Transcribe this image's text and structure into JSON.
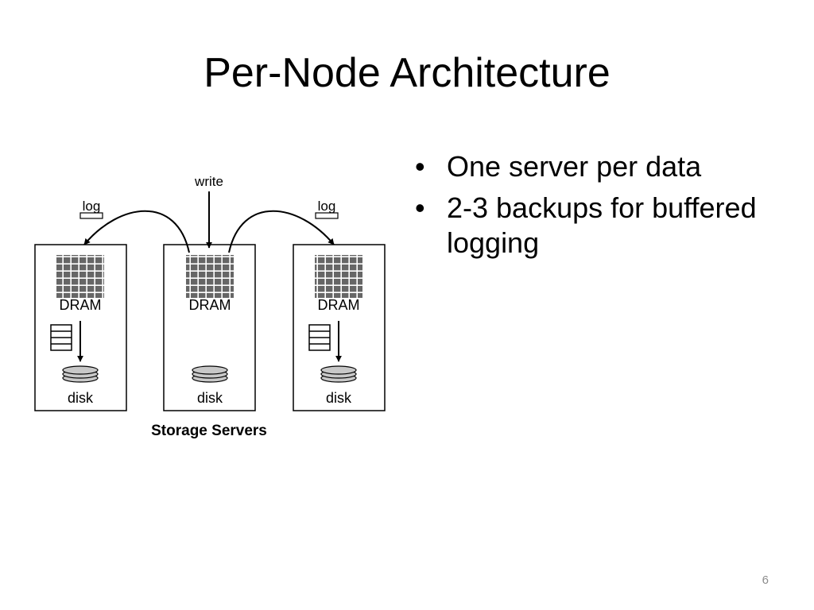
{
  "slide": {
    "title": "Per-Node Architecture",
    "page_number": "6"
  },
  "diagram": {
    "write_label": "write",
    "log_label_left": "log",
    "log_label_right": "log",
    "servers": [
      {
        "memory_label": "DRAM",
        "disk_label": "disk"
      },
      {
        "memory_label": "DRAM",
        "disk_label": "disk"
      },
      {
        "memory_label": "DRAM",
        "disk_label": "disk"
      }
    ],
    "caption": "Storage Servers"
  },
  "bullets": [
    "One server per data",
    "2-3 backups for buffered logging"
  ]
}
